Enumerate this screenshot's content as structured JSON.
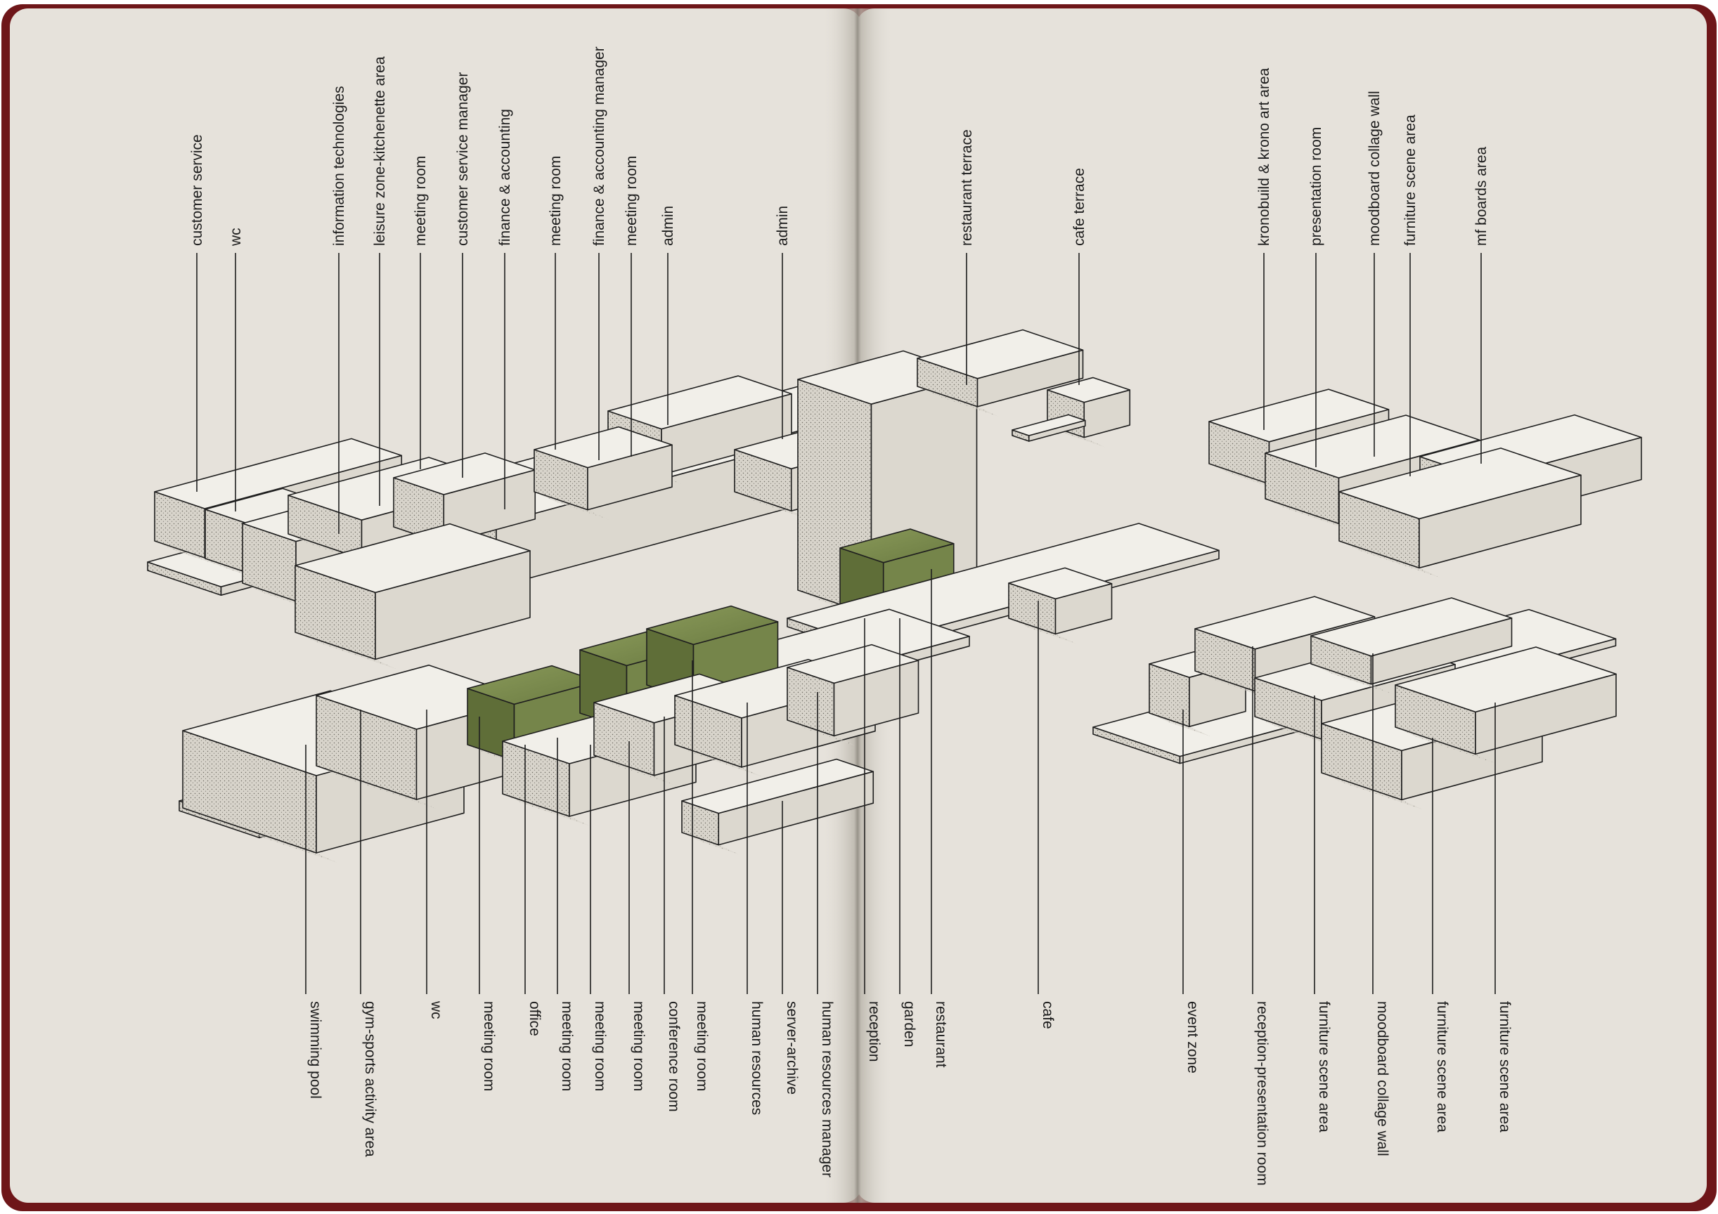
{
  "diagram": {
    "top_labels": [
      "customer service",
      "wc",
      "information technologies",
      "leisure zone-kitchenette area",
      "meeting room",
      "customer service manager",
      "finance & accounting",
      "meeting room",
      "finance & accounting manager",
      "meeting room",
      "admin",
      "admin",
      "restaurant terrace",
      "cafe terrace",
      "kronobuild & krono art area",
      "presentation room",
      "moodboard collage wall",
      "furniture scene area",
      "mf boards area"
    ],
    "bottom_labels": [
      "swimming pool",
      "gym-sports activity area",
      "wc",
      "meeting room",
      "office",
      "meeting room",
      "meeting room",
      "meeting room",
      "conference room",
      "meeting room",
      "human resources",
      "server-archive",
      "human resources manager",
      "reception",
      "garden",
      "restaurant",
      "cafe",
      "event zone",
      "reception-presentation room",
      "furniture scene area",
      "moodboard collage wall",
      "furniture scene area",
      "furniture scene area"
    ]
  },
  "colors": {
    "paper": "#e7e3dc",
    "cover": "#7a1a1c",
    "ink": "#1f1f1f",
    "block_top": "#f1efe9",
    "block_side": "#dcd8cf",
    "accent_green": "#6f7f45"
  }
}
